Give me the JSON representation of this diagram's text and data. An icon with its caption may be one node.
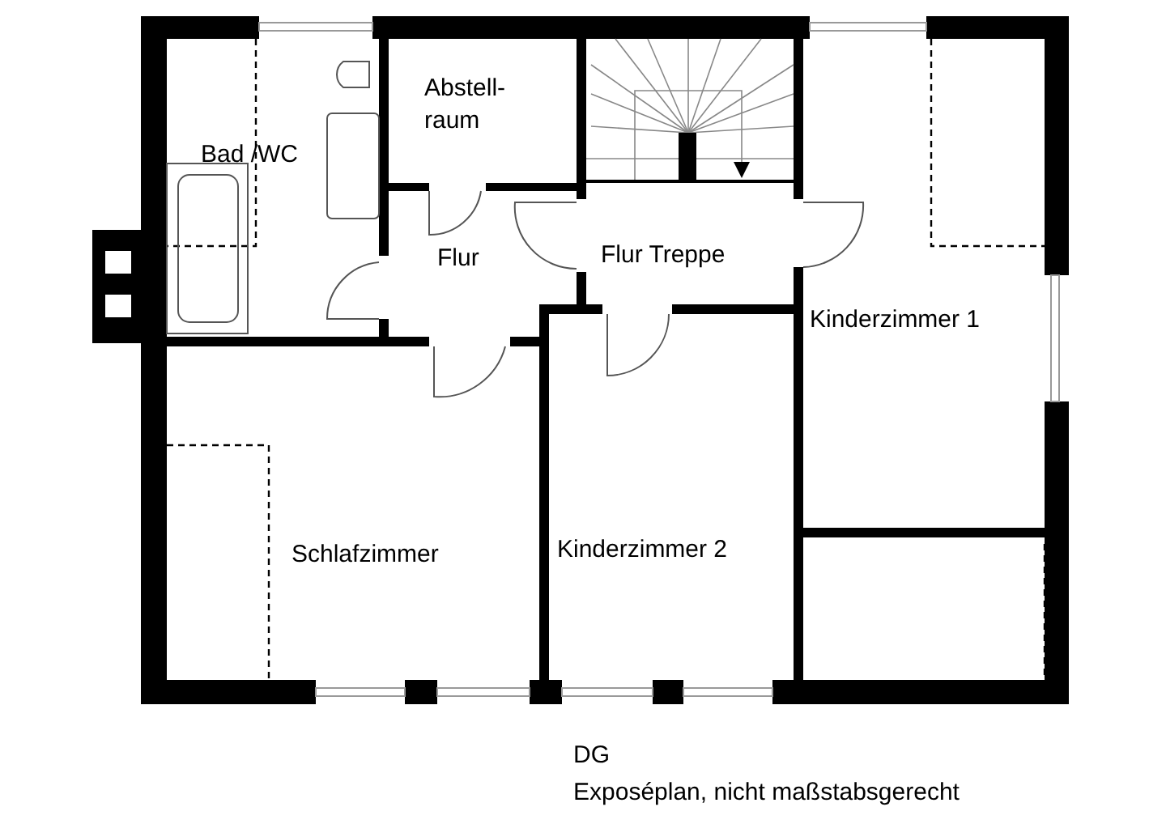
{
  "diagram": {
    "labels": [
      "Bad /WC",
      "Abstell- raum",
      "Flur",
      "Flur Treppe",
      "Kinderzimmer 1",
      "Schlafzimmer",
      "Kinderzimmer 2",
      "DG",
      "Exposéplan, nicht maßstabsgerecht"
    ]
  }
}
